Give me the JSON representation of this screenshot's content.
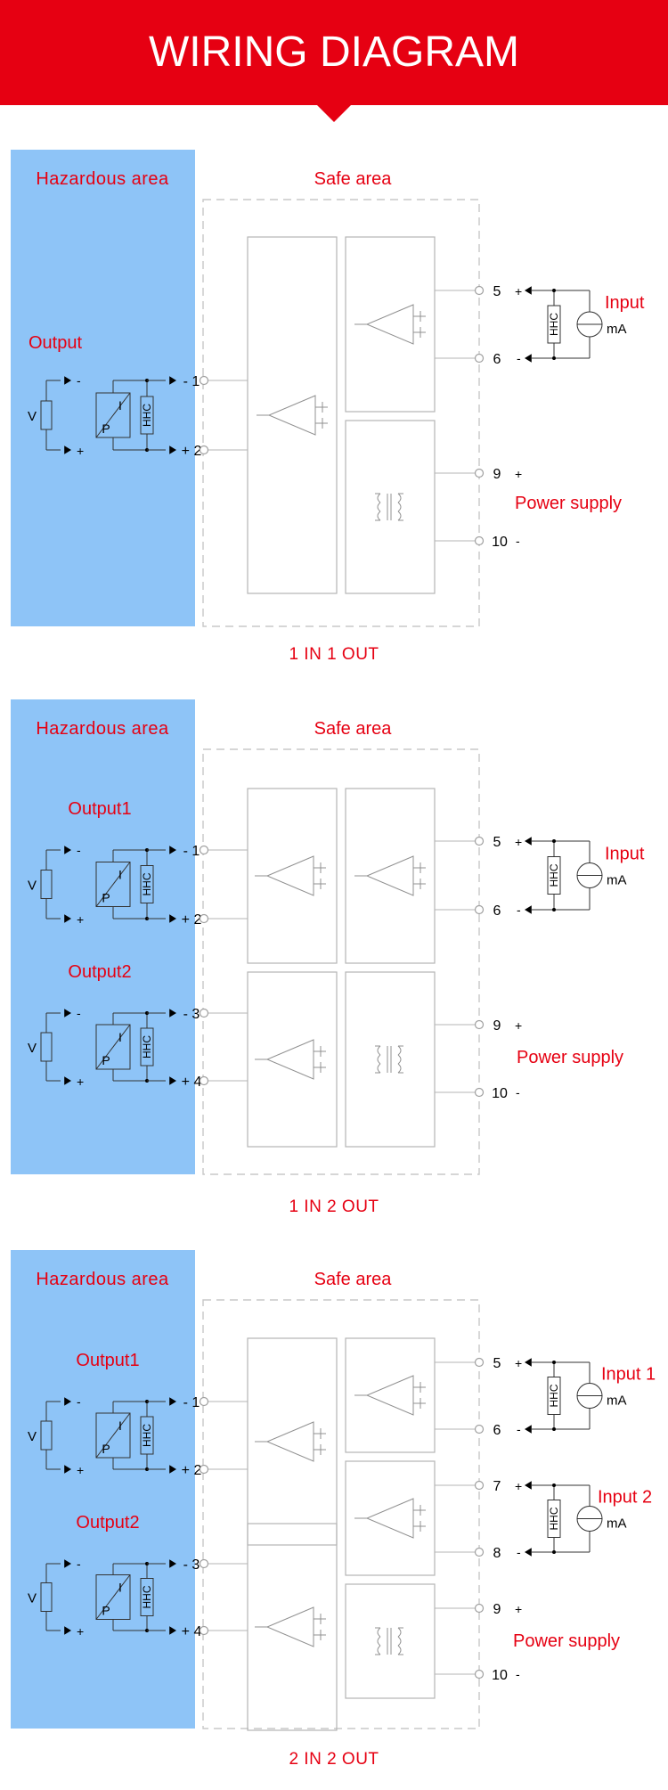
{
  "header": {
    "title": "WIRING DIAGRAM"
  },
  "colors": {
    "banner": "#e60012",
    "hazard": "#8ec4f7",
    "label_red": "#e60012"
  },
  "diagrams": [
    {
      "hazard_label": "Hazardous area",
      "safe_label": "Safe area",
      "caption": "1 IN 1 OUT",
      "outputs": [
        {
          "label": "Output",
          "neg_terminal": "- 1",
          "pos_terminal": "+ 2"
        }
      ],
      "inputs": [
        {
          "label": "Input",
          "unit": "mA",
          "pos_terminal": "5",
          "neg_terminal": "6"
        }
      ],
      "power": {
        "label": "Power supply",
        "pos_terminal": "9",
        "neg_terminal": "10"
      }
    },
    {
      "hazard_label": "Hazardous area",
      "safe_label": "Safe area",
      "caption": "1 IN 2 OUT",
      "outputs": [
        {
          "label": "Output1",
          "neg_terminal": "- 1",
          "pos_terminal": "+ 2"
        },
        {
          "label": "Output2",
          "neg_terminal": "- 3",
          "pos_terminal": "+ 4"
        }
      ],
      "inputs": [
        {
          "label": "Input",
          "unit": "mA",
          "pos_terminal": "5",
          "neg_terminal": "6"
        }
      ],
      "power": {
        "label": "Power supply",
        "pos_terminal": "9",
        "neg_terminal": "10"
      }
    },
    {
      "hazard_label": "Hazardous area",
      "safe_label": "Safe area",
      "caption": "2 IN 2 OUT",
      "outputs": [
        {
          "label": "Output1",
          "neg_terminal": "- 1",
          "pos_terminal": "+ 2"
        },
        {
          "label": "Output2",
          "neg_terminal": "- 3",
          "pos_terminal": "+ 4"
        }
      ],
      "inputs": [
        {
          "label": "Input 1",
          "unit": "mA",
          "pos_terminal": "5",
          "neg_terminal": "6"
        },
        {
          "label": "Input 2",
          "unit": "mA",
          "pos_terminal": "7",
          "neg_terminal": "8"
        }
      ],
      "power": {
        "label": "Power supply",
        "pos_terminal": "9",
        "neg_terminal": "10"
      }
    }
  ],
  "symbols": {
    "voltage": "V",
    "converter_p": "P",
    "converter_i": "I",
    "hhc": "HHC",
    "plus": "+",
    "minus": "-"
  }
}
